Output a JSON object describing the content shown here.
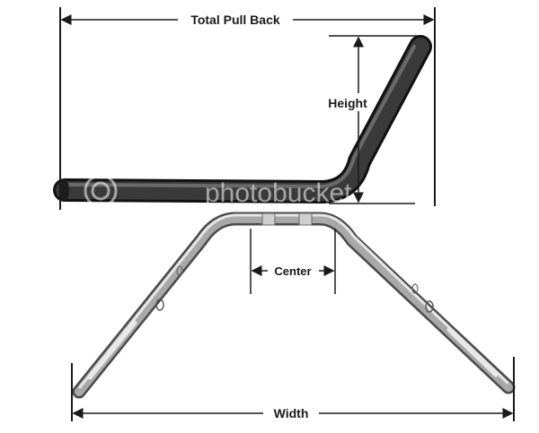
{
  "labels": {
    "total_pull_back": "Total Pull Back",
    "height": "Height",
    "center": "Center",
    "width": "Width"
  },
  "watermark": {
    "text": "photobucket"
  },
  "colors": {
    "background": "#ffffff",
    "line": "#1a1a1a",
    "bar_dark": "#2e2e2e",
    "bar_chrome": "#9a9a9a"
  }
}
